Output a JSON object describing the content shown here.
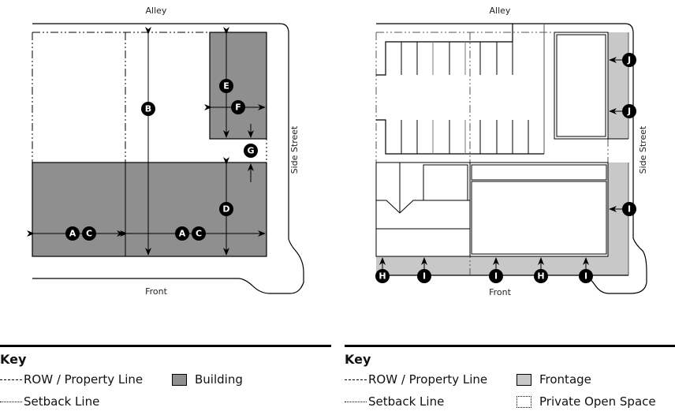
{
  "diagrams": {
    "left": {
      "labels": {
        "alley": "Alley",
        "front": "Front",
        "side_street": "Side Street"
      },
      "badges": [
        "A",
        "C",
        "A",
        "C",
        "B",
        "D",
        "E",
        "F",
        "G"
      ]
    },
    "right": {
      "labels": {
        "alley": "Alley",
        "front": "Front",
        "side_street": "Side Street"
      },
      "badges": [
        "H",
        "I",
        "I",
        "H",
        "I",
        "I",
        "J",
        "J"
      ]
    }
  },
  "key_left": {
    "title": "Key",
    "items": [
      {
        "label": "ROW / Property Line",
        "symbol": "dash-dot-line"
      },
      {
        "label": "Setback Line",
        "symbol": "dashed-line"
      },
      {
        "label": "Building",
        "symbol": "swatch",
        "color": "#8f8f8f"
      }
    ]
  },
  "key_right": {
    "title": "Key",
    "items": [
      {
        "label": "ROW / Property Line",
        "symbol": "dash-dot-line"
      },
      {
        "label": "Setback Line",
        "symbol": "dashed-line"
      },
      {
        "label": "Frontage",
        "symbol": "swatch",
        "color": "#c8c8c8"
      },
      {
        "label": "Private Open Space",
        "symbol": "dotted-swatch"
      }
    ]
  },
  "colors": {
    "building": "#8f8f8f",
    "frontage": "#c8c8c8"
  }
}
